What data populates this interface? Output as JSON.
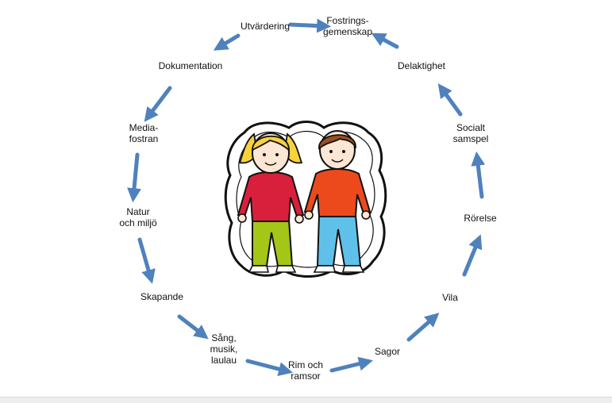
{
  "diagram": {
    "type": "cycle",
    "arrow_color": "#4f81bd",
    "center_image": "two-children-illustration",
    "nodes": [
      {
        "id": "fostringsgemenskap",
        "label": "Fostrings-\ngemenskap"
      },
      {
        "id": "delaktighet",
        "label": "Delaktighet"
      },
      {
        "id": "socialt-samspel",
        "label": "Socialt\nsamspel"
      },
      {
        "id": "rorelse",
        "label": "Rörelse"
      },
      {
        "id": "vila",
        "label": "Vila"
      },
      {
        "id": "sagor",
        "label": "Sagor"
      },
      {
        "id": "rim-och-ramsor",
        "label": "Rim och\nramsor"
      },
      {
        "id": "sang-musik-laulau",
        "label": "Sång,\nmusik,\nlaulau"
      },
      {
        "id": "skapande",
        "label": "Skapande"
      },
      {
        "id": "natur-och-miljo",
        "label": "Natur\noch miljö"
      },
      {
        "id": "media-fostran",
        "label": "Media-\nfostran"
      },
      {
        "id": "dokumentation",
        "label": "Dokumentation"
      },
      {
        "id": "utvardering",
        "label": "Utvärdering"
      }
    ],
    "children": {
      "girl": {
        "hair": "#f7d23c",
        "shirt": "#d8203c",
        "pants": "#a3c617"
      },
      "boy": {
        "hair": "#9a4f22",
        "shirt": "#ec4a1c",
        "pants": "#5fc1e9"
      },
      "skin": "#fde6d3"
    }
  }
}
